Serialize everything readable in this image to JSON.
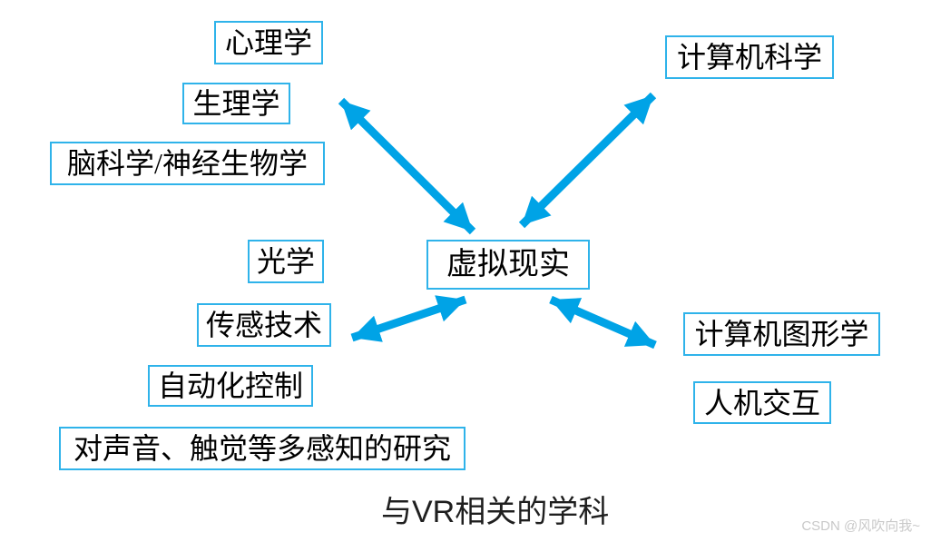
{
  "title": "与VR相关的学科",
  "watermark": "CSDN @风吹向我~",
  "colors": {
    "background": "#ffffff",
    "box_border": "#2fb3ea",
    "arrow": "#00a3e6",
    "box_text": "#000000",
    "title_text": "#1f1f1f",
    "watermark_text": "#c9c9c9"
  },
  "diagram": {
    "center_node_id": "virtual-reality",
    "nodes": [
      {
        "id": "psychology",
        "label": "心理学"
      },
      {
        "id": "physiology",
        "label": "生理学"
      },
      {
        "id": "brain-science-neurobiology",
        "label": "脑科学/神经生物学"
      },
      {
        "id": "optics",
        "label": "光学"
      },
      {
        "id": "sensor-technology",
        "label": "传感技术"
      },
      {
        "id": "automation-control",
        "label": "自动化控制"
      },
      {
        "id": "multi-perception-research",
        "label": "对声音、触觉等多感知的研究"
      },
      {
        "id": "virtual-reality",
        "label": "虚拟现实"
      },
      {
        "id": "computer-science",
        "label": "计算机科学"
      },
      {
        "id": "computer-graphics",
        "label": "计算机图形学"
      },
      {
        "id": "human-computer-interaction",
        "label": "人机交互"
      }
    ],
    "connections": [
      {
        "from": "virtual-reality",
        "toward": [
          "psychology",
          "physiology",
          "brain-science-neurobiology"
        ],
        "type": "double-arrow"
      },
      {
        "from": "virtual-reality",
        "toward": [
          "computer-science"
        ],
        "type": "double-arrow"
      },
      {
        "from": "virtual-reality",
        "toward": [
          "optics",
          "sensor-technology",
          "automation-control",
          "multi-perception-research"
        ],
        "type": "double-arrow"
      },
      {
        "from": "virtual-reality",
        "toward": [
          "computer-graphics",
          "human-computer-interaction"
        ],
        "type": "double-arrow"
      }
    ]
  }
}
